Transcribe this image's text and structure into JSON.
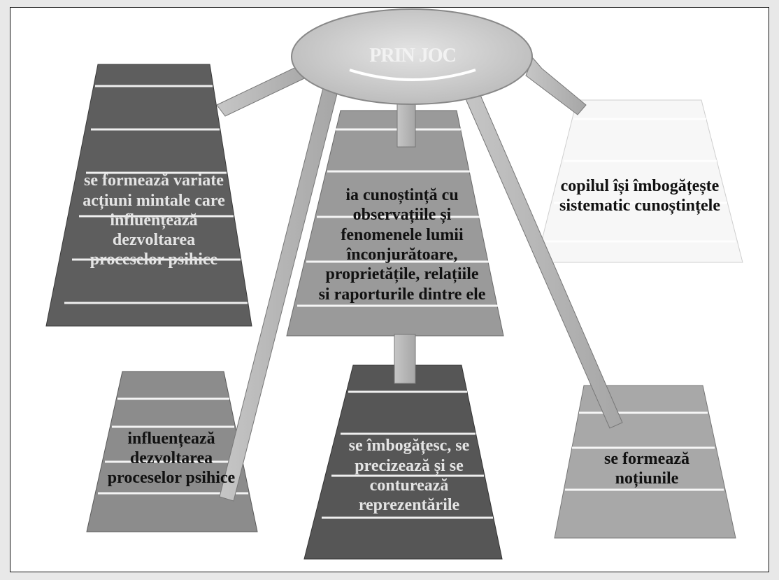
{
  "hub": {
    "label": "PRIN JOC"
  },
  "boxes": [
    {
      "id": "box-left",
      "text": "se formează variate acțiuni mintale care influențează dezvoltarea proceselor psihice",
      "fill": "#5e5e5e"
    },
    {
      "id": "box-center",
      "text": "ia cunoștință cu observațiile și fenomenele lumii înconjurătoare, proprietățile, relațiile si raporturile dintre ele",
      "fill": "#9a9a9a"
    },
    {
      "id": "box-right",
      "text": "copilul își îmbogățește sistematic cunoștințele",
      "fill": "#f7f7f7"
    },
    {
      "id": "box-bottom-left",
      "text": "influențează dezvoltarea proceselor psihice",
      "fill": "#8c8c8c"
    },
    {
      "id": "box-bottom-center",
      "text": "se îmbogățesc, se precizează și se conturează reprezentările",
      "fill": "#565656"
    },
    {
      "id": "box-bottom-right",
      "text": "se formează noțiunile",
      "fill": "#a8a8a8"
    }
  ],
  "colors": {
    "frame_border": "#111111",
    "connector": "#b8b8b8",
    "hub_fill": "#d0d0d0"
  }
}
